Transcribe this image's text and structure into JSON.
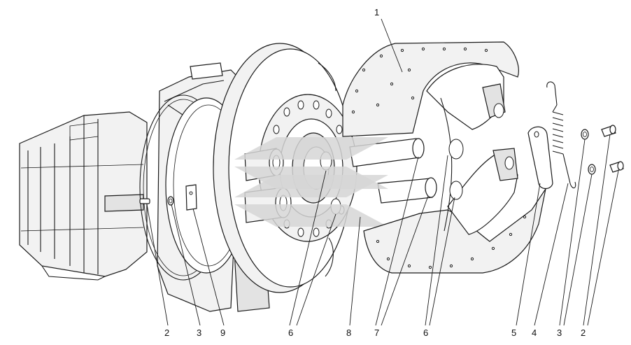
{
  "callouts": {
    "c1": "1",
    "c2a": "2",
    "c3a": "3",
    "c9": "9",
    "c6a": "6",
    "c8": "8",
    "c7": "7",
    "c6b": "6",
    "c5": "5",
    "c4": "4",
    "c3b": "3",
    "c2b": "2"
  },
  "colors": {
    "line": "#1a1a1a",
    "watermark": "#d6d6d6",
    "background": "#ffffff"
  }
}
